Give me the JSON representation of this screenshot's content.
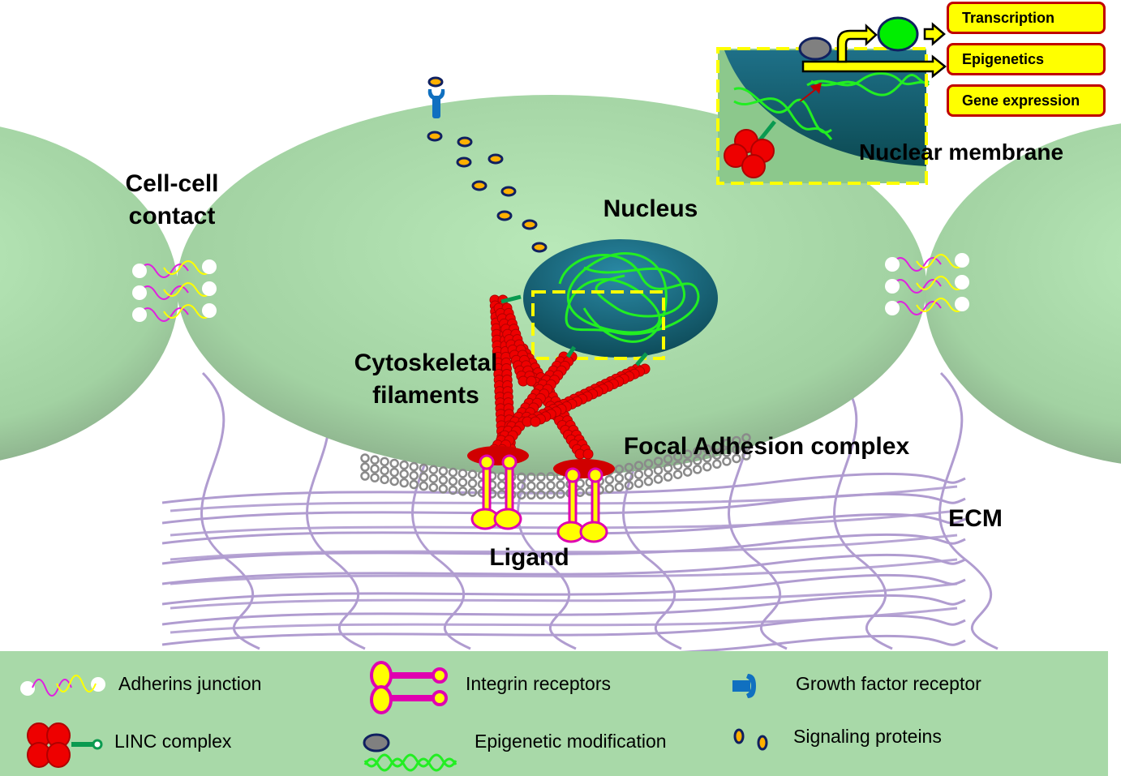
{
  "labels": {
    "cell_contact_1": "Cell-cell",
    "cell_contact_2": "contact",
    "nucleus": "Nucleus",
    "cyto_1": "Cytoskeletal",
    "cyto_2": "filaments",
    "focal": "Focal Adhesion complex",
    "ecm": "ECM",
    "ligand": "Ligand",
    "nuclear_membrane": "Nuclear membrane"
  },
  "outcomes": [
    "Transcription",
    "Epigenetics",
    "Gene expression"
  ],
  "legend": {
    "adherins": "Adherins junction",
    "integrin": "Integrin receptors",
    "growth": "Growth factor receptor",
    "linc": "LINC complex",
    "epigenetic": "Epigenetic modification",
    "signaling": "Signaling proteins"
  },
  "colors": {
    "cell": "#a8dca8",
    "legend_bg": "#a8d9a8",
    "ecm": "#b09cd0",
    "actin": "#ee0000",
    "integrin": "#ffff00",
    "integrin_edge": "#e000b0",
    "box_fill": "#ffff00",
    "box_border": "#c00000"
  }
}
